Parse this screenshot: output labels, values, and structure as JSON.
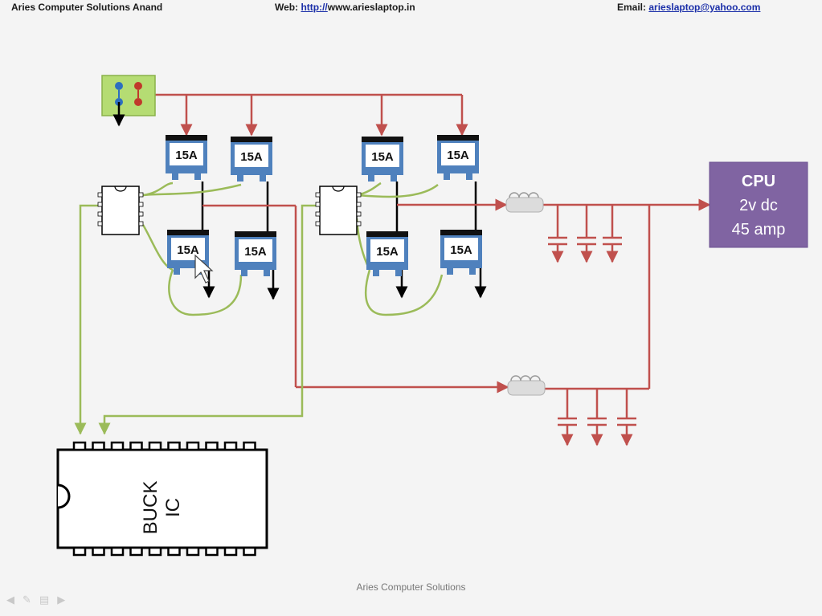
{
  "header": {
    "company": "Aries Computer Solutions  Anand",
    "web_label": "Web:",
    "web_link": "http://",
    "web_rest": "www.arieslaptop.in",
    "email_label": "Email:",
    "email_link": "arieslaptop@yahoo.com"
  },
  "diagram": {
    "mosfet_label": "15A",
    "cpu": {
      "line1": "CPU",
      "line2": "2v dc",
      "line3": "45 amp"
    },
    "buck_ic": {
      "line1": "BUCK",
      "line2": "IC"
    }
  },
  "colors": {
    "power_wire": "#c0504d",
    "signal_wire": "#9bbb59",
    "cpu_box": "#8064a2",
    "mosfet_body": "#4f81bd"
  },
  "footer": {
    "text": "Aries Computer Solutions"
  },
  "nav": {
    "icons": [
      "arrow-left-icon",
      "pen-icon",
      "menu-icon",
      "arrow-right-icon"
    ]
  }
}
